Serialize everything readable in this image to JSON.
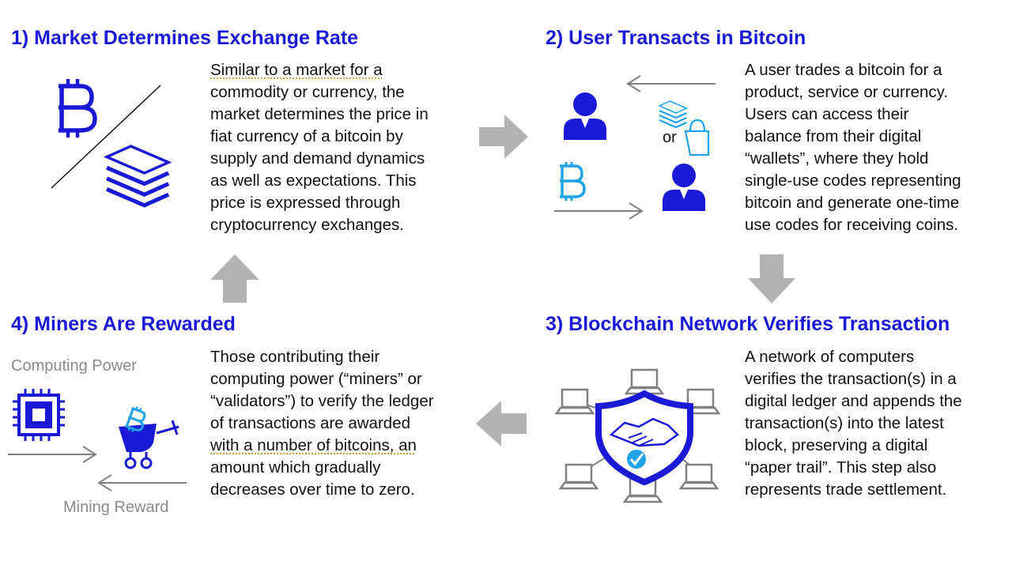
{
  "colors": {
    "blue": "#1a1ad6",
    "light_blue": "#1fa2e8",
    "arrow_gray": "#b3b3b3",
    "line_gray": "#808080",
    "text": "#111111"
  },
  "steps": [
    {
      "heading": "1) Market Determines Exchange Rate",
      "lines": [
        "Similar to a market for a",
        "commodity or currency, the",
        "market determines the price in",
        "fiat currency of a bitcoin by",
        "supply and demand dynamics",
        "as well as expectations. This",
        "price is expressed through",
        "cryptocurrency exchanges."
      ]
    },
    {
      "heading": "2) User Transacts in Bitcoin",
      "lines": [
        "A user trades a bitcoin for a",
        "product, service or currency.",
        "Users can access their",
        "balance from their digital",
        "“wallets”, where they hold",
        "single-use codes representing",
        "bitcoin and generate one-time",
        "use codes for receiving coins."
      ],
      "or_label": "or"
    },
    {
      "heading": "3) Blockchain Network Verifies Transaction",
      "lines": [
        "A network of computers",
        "verifies the transaction(s) in a",
        "digital ledger and appends the",
        "transaction(s) into the latest",
        "block, preserving a digital",
        "“paper trail”. This step also",
        "represents trade settlement."
      ]
    },
    {
      "heading": "4) Miners Are Rewarded",
      "lines": [
        "Those contributing their",
        "computing power (“miners” or",
        "“validators”) to verify the ledger",
        "of transactions are awarded",
        "with a number of bitcoins, an",
        "amount which gradually",
        "decreases over time to zero."
      ],
      "computing_power_label": "Computing Power",
      "mining_reward_label": "Mining Reward"
    }
  ],
  "icons": [
    "bitcoin-icon",
    "cash-stack-icon",
    "user-icon",
    "shopping-bag-icon",
    "laptop-icon",
    "handshake-shield-icon",
    "checkmark-icon",
    "cpu-chip-icon",
    "mining-cart-icon",
    "flow-arrow-icon"
  ]
}
